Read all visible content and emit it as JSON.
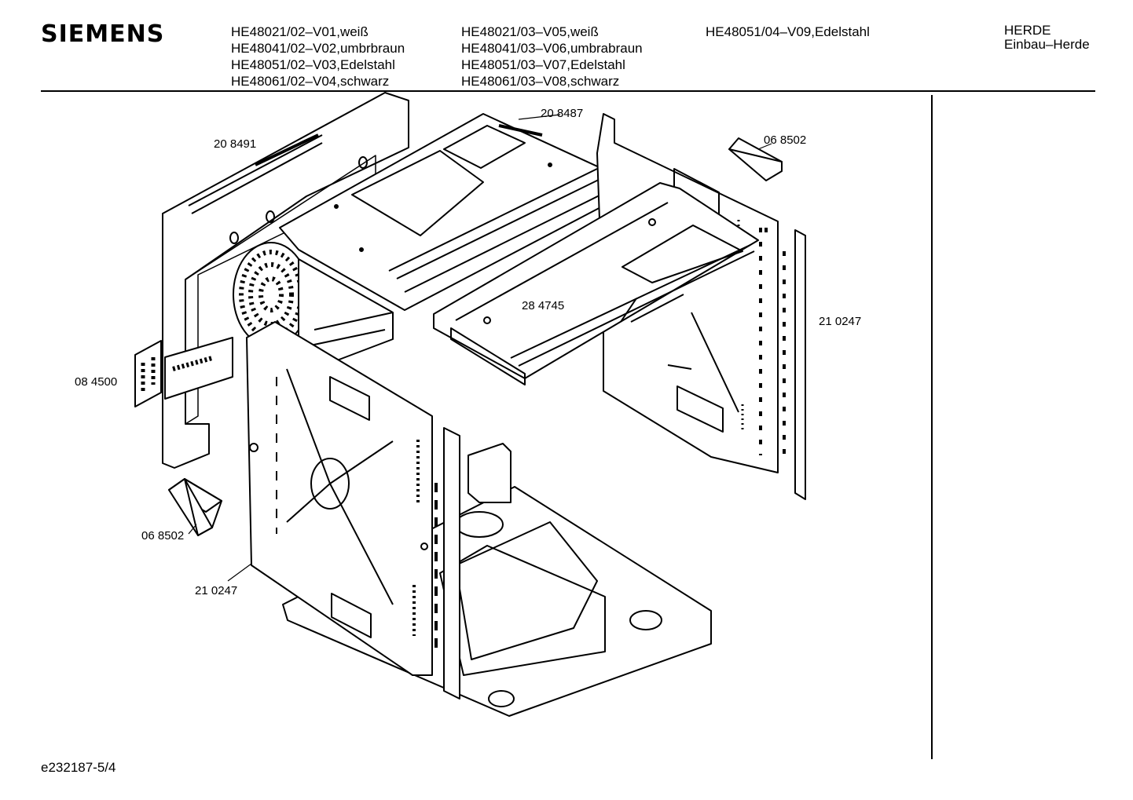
{
  "brand": "SIEMENS",
  "models": {
    "col1": [
      "HE48021/02–V01,weiß",
      "HE48041/02–V02,umbrbraun",
      "HE48051/02–V03,Edelstahl",
      "HE48061/02–V04,schwarz"
    ],
    "col2": [
      "HE48021/03–V05,weiß",
      "HE48041/03–V06,umbrabraun",
      "HE48051/03–V07,Edelstahl",
      "HE48061/03–V08,schwarz"
    ],
    "col3": [
      "HE48051/04–V09,Edelstahl"
    ]
  },
  "category": {
    "line1": "HERDE",
    "line2": "Einbau–Herde"
  },
  "document_id": "e232187-5/4",
  "parts": [
    {
      "id": "p1",
      "label": "20 8491"
    },
    {
      "id": "p2",
      "label": "20 8487"
    },
    {
      "id": "p3",
      "label": "06 8502"
    },
    {
      "id": "p4",
      "label": "28 4745"
    },
    {
      "id": "p5",
      "label": "21 0247"
    },
    {
      "id": "p6",
      "label": "08 4500"
    },
    {
      "id": "p7",
      "label": "06 8502"
    },
    {
      "id": "p8",
      "label": "21 0247"
    }
  ]
}
